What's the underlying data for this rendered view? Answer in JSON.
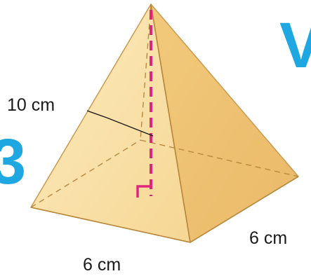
{
  "figure": {
    "slant_height_label": "10 cm",
    "front_base_label": "6 cm",
    "side_base_label": "6 cm",
    "left_partial_char": "3",
    "right_partial_char": "V"
  },
  "colors": {
    "pyramid_light": "#fbe3a6",
    "pyramid_mid": "#f4cf84",
    "pyramid_dark": "#e6b765",
    "edge": "#c99a4e",
    "height_line": "#e0267a",
    "accent_text": "#1ea7e0"
  }
}
